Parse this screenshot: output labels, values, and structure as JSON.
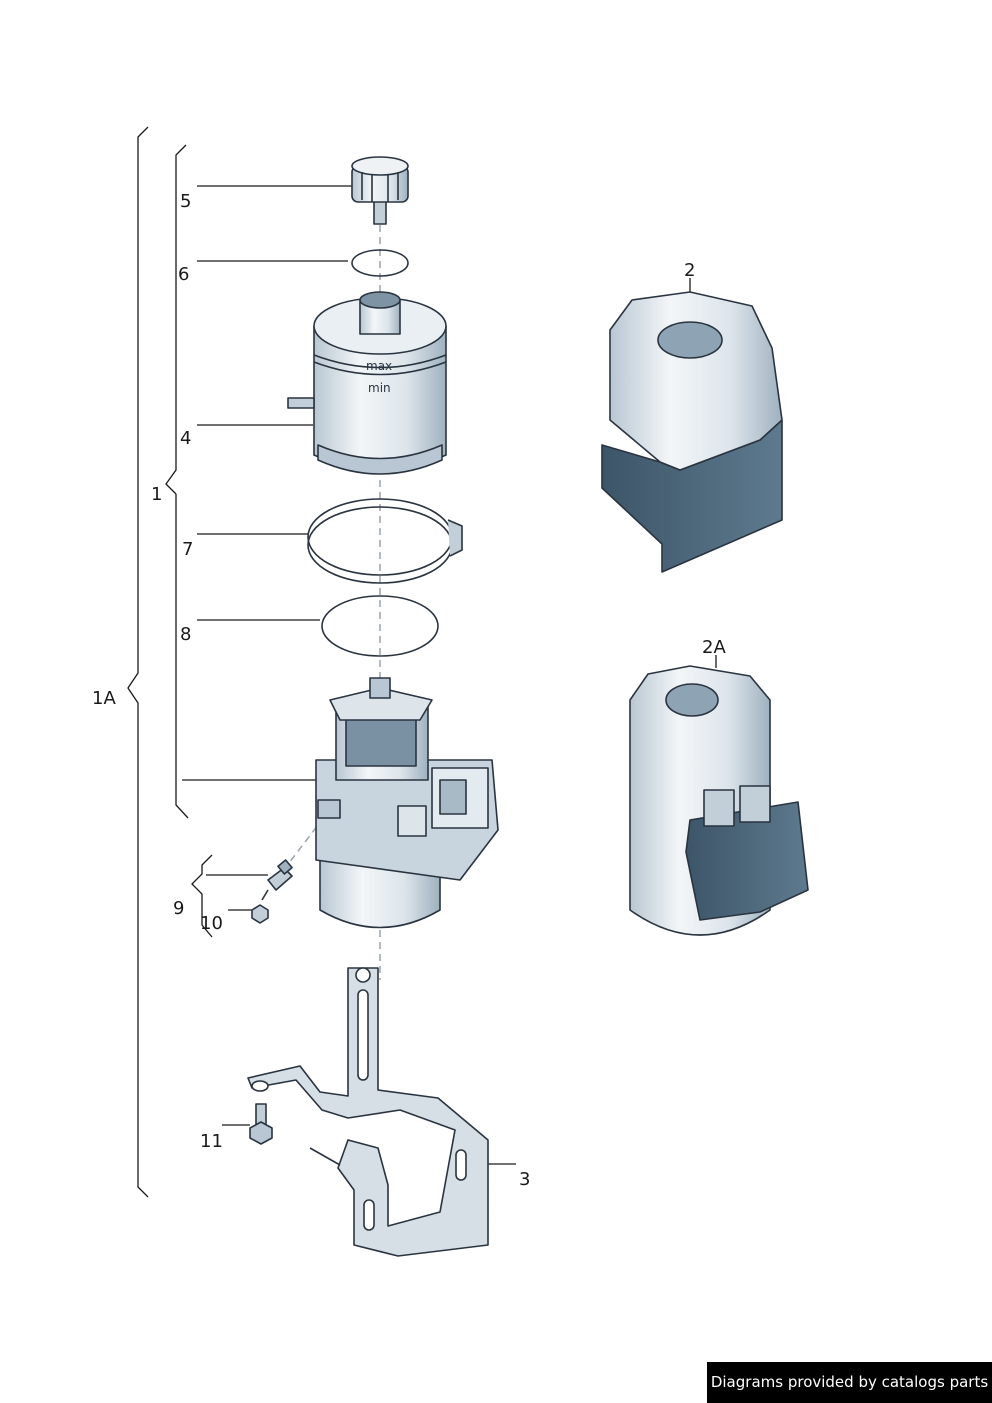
{
  "callouts": {
    "c1A": "1A",
    "c1": "1",
    "c2": "2",
    "c2A": "2A",
    "c3": "3",
    "c4": "4",
    "c5": "5",
    "c6": "6",
    "c7": "7",
    "c8": "8",
    "c9": "9",
    "c10": "10",
    "c11": "11"
  },
  "reservoir_marks": {
    "max": "max",
    "min": "min"
  },
  "colors": {
    "part_light": "#e4ebf0",
    "part_mid": "#c2cfd8",
    "part_dark": "#4f6b80",
    "outline": "#2a3440"
  },
  "footer": {
    "credit": "Diagrams provided by catalogs parts"
  }
}
